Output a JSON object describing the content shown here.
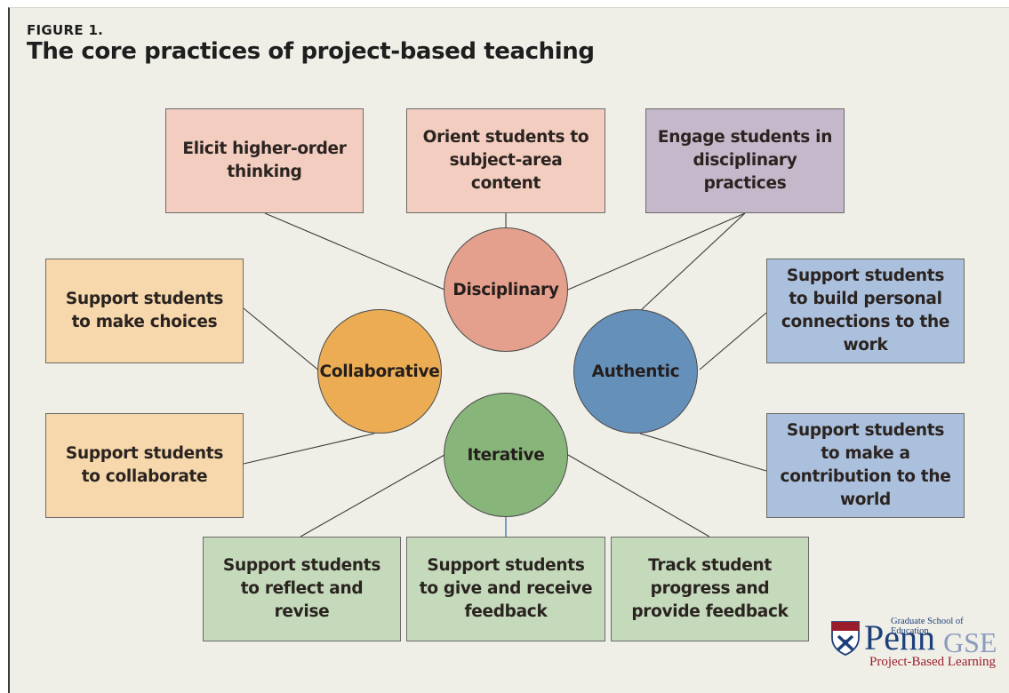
{
  "figure": {
    "label": "FIGURE 1.",
    "title": "The core practices of project-based teaching"
  },
  "colors": {
    "background": "#f0efe7",
    "disciplinary": "#e5a08d",
    "collaborative": "#ebac53",
    "authentic": "#6590ba",
    "iterative": "#88b57a",
    "box_pink": "#f3cdc0",
    "box_purple": "#c6b8cb",
    "box_orange": "#f7d8ac",
    "box_blue": "#abc0dd",
    "box_green": "#c4dabb"
  },
  "hubs": {
    "disciplinary": "Disciplinary",
    "collaborative": "Collaborative",
    "authentic": "Authentic",
    "iterative": "Iterative"
  },
  "practices": {
    "higher_order": "Elicit higher-order thinking",
    "subject_content": "Orient students to subject-area content",
    "disciplinary_practices": "Engage students in disciplinary practices",
    "make_choices": "Support students to make choices",
    "collaborate": "Support students to collaborate",
    "personal_connections": "Support students to build personal connections to the work",
    "contribution": "Support students to make a contribution to the world",
    "reflect_revise": "Support students to reflect and revise",
    "give_receive_feedback": "Support students to give and receive feedback",
    "track_progress": "Track student progress and provide feedback"
  },
  "logo": {
    "institution_line": "Graduate School of Education",
    "wordmark_penn": "Penn",
    "wordmark_gse": "GSE",
    "tagline": "Project-Based Learning"
  }
}
